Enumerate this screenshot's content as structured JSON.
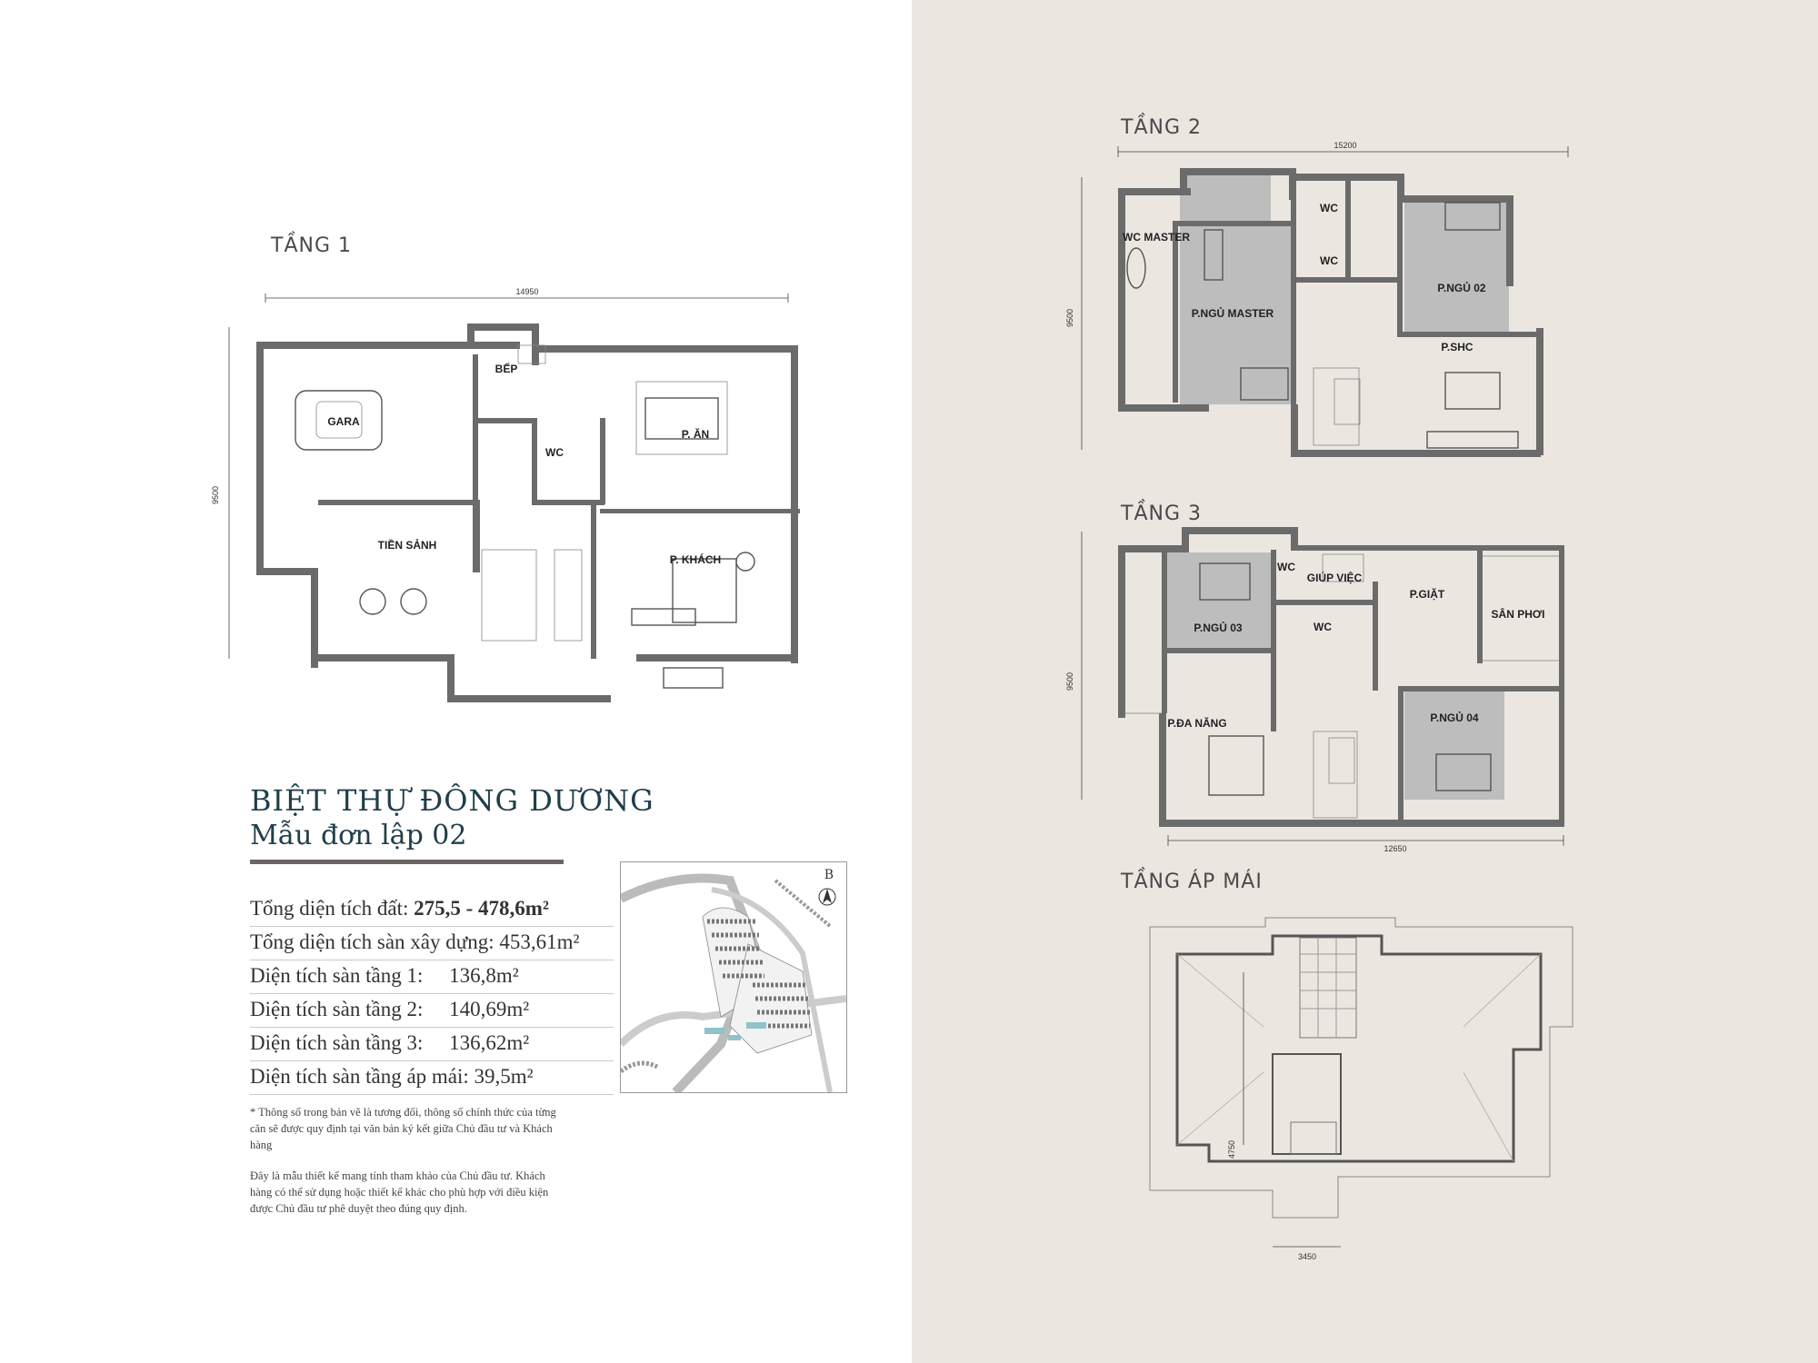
{
  "floors": {
    "f1": {
      "title": "TẦNG 1",
      "dim_width": "14950",
      "dim_height": "9500",
      "rooms": {
        "gara": "GARA",
        "bep": "BẾP",
        "wc": "WC",
        "p_an": "P. ĂN",
        "tien_sanh": "TIỀN SẢNH",
        "p_khach": "P. KHÁCH"
      }
    },
    "f2": {
      "title": "TẦNG 2",
      "dim_width": "15200",
      "dim_height": "9500",
      "rooms": {
        "wc_master": "WC MASTER",
        "wc_a": "WC",
        "wc_b": "WC",
        "p_ngu_master": "P.NGỦ MASTER",
        "p_ngu_02": "P.NGỦ 02",
        "p_shc": "P.SHC"
      }
    },
    "f3": {
      "title": "TẦNG 3",
      "dim_width": "12650",
      "dim_height": "9500",
      "rooms": {
        "wc_a": "WC",
        "giup_viec": "GIÚP VIỆC",
        "p_giat": "P.GIẶT",
        "san_phoi": "SÂN PHƠI",
        "p_ngu_03": "P.NGỦ 03",
        "wc_b": "WC",
        "p_da_nang": "P.ĐA NĂNG",
        "p_ngu_04": "P.NGỦ 04"
      }
    },
    "roof": {
      "title": "TẦNG ÁP MÁI",
      "dim_width": "3450",
      "dim_height": "4750"
    }
  },
  "project": {
    "title": "BIỆT THỰ ĐÔNG DƯƠNG",
    "subtitle": "Mẫu đơn lập  02"
  },
  "specs": [
    {
      "label": "Tổng diện tích đất:",
      "value": "275,5 - 478,6m²",
      "bold": true
    },
    {
      "label": "Tổng diện tích sàn xây dựng:",
      "value": "453,61m²",
      "bold": false
    },
    {
      "label": "Diện tích sàn tầng 1:",
      "value": "136,8m²",
      "bold": false
    },
    {
      "label": "Diện tích sàn tầng 2:",
      "value": "140,69m²",
      "bold": false
    },
    {
      "label": "Diện tích sàn tầng 3:",
      "value": "136,62m²",
      "bold": false
    },
    {
      "label": "Diện tích sàn tầng áp mái:",
      "value": "39,5m²",
      "bold": false
    }
  ],
  "notes": {
    "note1": "* Thông số trong bản vẽ là tương đối, thông số chính thức của từng căn sẽ được quy định tại văn bản ký kết giữa Chủ đầu tư và Khách hàng",
    "note2": "Đây là mẫu thiết kế mang tính tham khảo của Chủ đầu tư. Khách hàng có thể sử dụng hoặc thiết kế khác cho phù hợp với điều kiện được Chủ đầu tư phê duyệt theo đúng quy định."
  },
  "site_map": {
    "compass_label": "B",
    "highlight_color": "#8fc3c9"
  },
  "colors": {
    "title": "#1f3e4a",
    "wall": "#6b6b6b",
    "right_bg": "#ece6e1",
    "room_shade": "#bdbdbd"
  }
}
